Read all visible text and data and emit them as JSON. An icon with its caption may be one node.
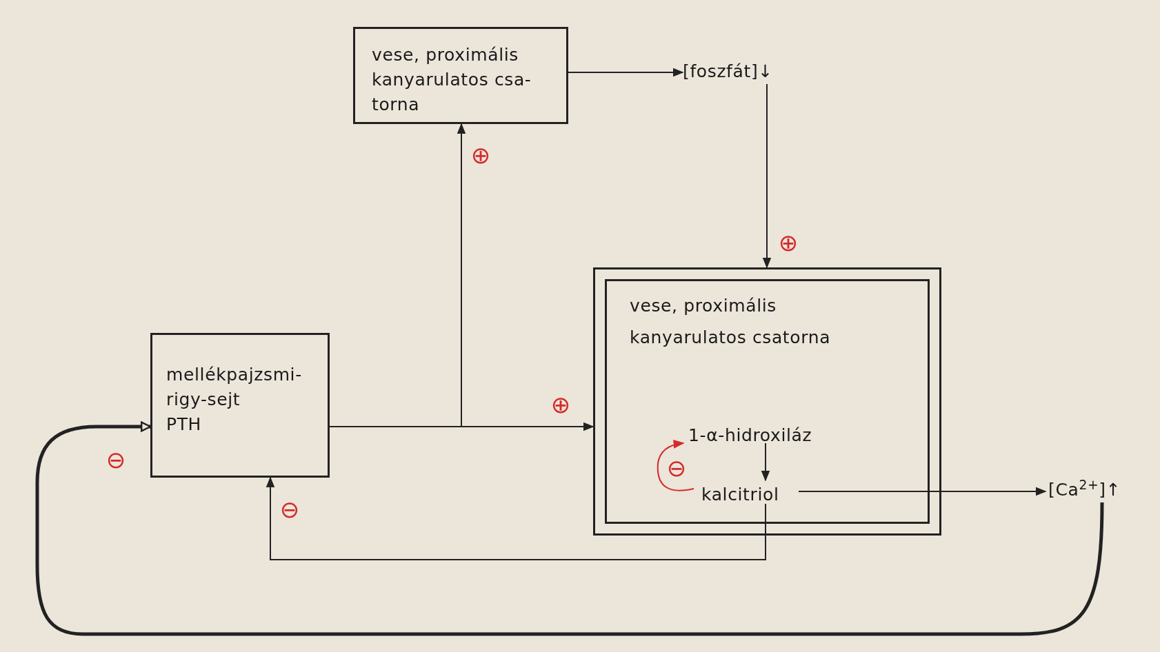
{
  "diagram": {
    "nodes": [
      {
        "text": [
          "vese, proximális kanyarulatos csa- torna"
        ]
      },
      {
        "text": [
          "[foszfát]↓"
        ]
      },
      {
        "text": [
          "vese, proximális kanyarulatos csatorna"
        ]
      },
      {
        "text": [
          "1-α-hidroxiláz"
        ],
        "in": 2
      },
      {
        "text": [
          "kalcitriol"
        ],
        "in": 2
      },
      {
        "text": [
          "mellékpajzsmi- rigy-sejt",
          "PTH"
        ]
      },
      {
        "text": [
          "[Ca$^{2+}$]↑"
        ]
      }
    ],
    "edges": [
      {
        "from": 5,
        "to": 2,
        "arrow": "to",
        "label": "⊕"
      },
      {
        "from": 5,
        "to": 0,
        "arrow": "to",
        "label": "⊕"
      },
      {
        "from": 0,
        "to": 1,
        "arrow": "to"
      },
      {
        "from": 1,
        "to": 2,
        "arrow": "to",
        "label": "⊕"
      },
      {
        "from": 3,
        "to": 4,
        "arrow": "to"
      },
      {
        "from": 4,
        "to": 6,
        "arrow": "to"
      },
      {
        "from": 4,
        "to": 5,
        "arrow": "to",
        "label": "⊖"
      },
      {
        "from": 6,
        "to": 5,
        "arrow": "to",
        "label": "⊖",
        "style": "thick"
      },
      {
        "from": 4,
        "to": 3,
        "arrow": "to",
        "label": "⊖",
        "color": "#d42a2a"
      }
    ]
  }
}
